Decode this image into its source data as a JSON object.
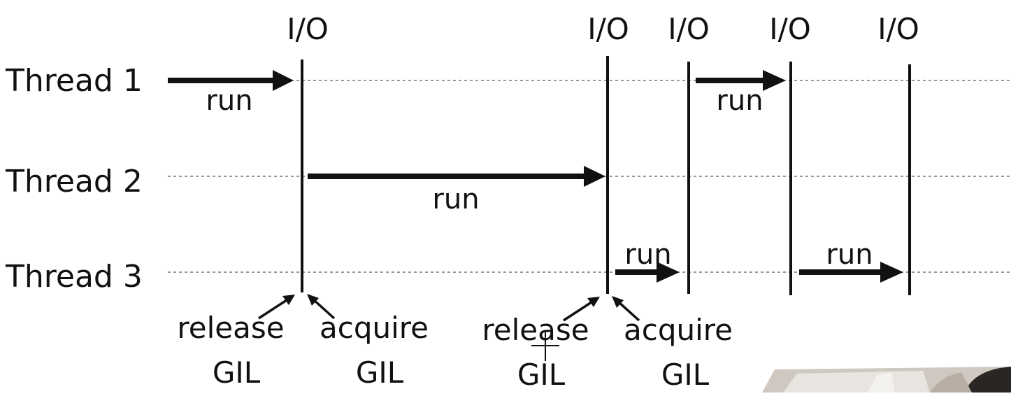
{
  "diagram": {
    "io_label": "I/O",
    "threads": [
      {
        "label": "Thread 1"
      },
      {
        "label": "Thread 2"
      },
      {
        "label": "Thread 3"
      }
    ],
    "run_label": "run",
    "release_label": "release",
    "acquire_label": "acquire",
    "gil_label": "GIL"
  },
  "colors": {
    "ink": "#111111",
    "dashed_line": "#777777",
    "background": "#ffffff"
  }
}
